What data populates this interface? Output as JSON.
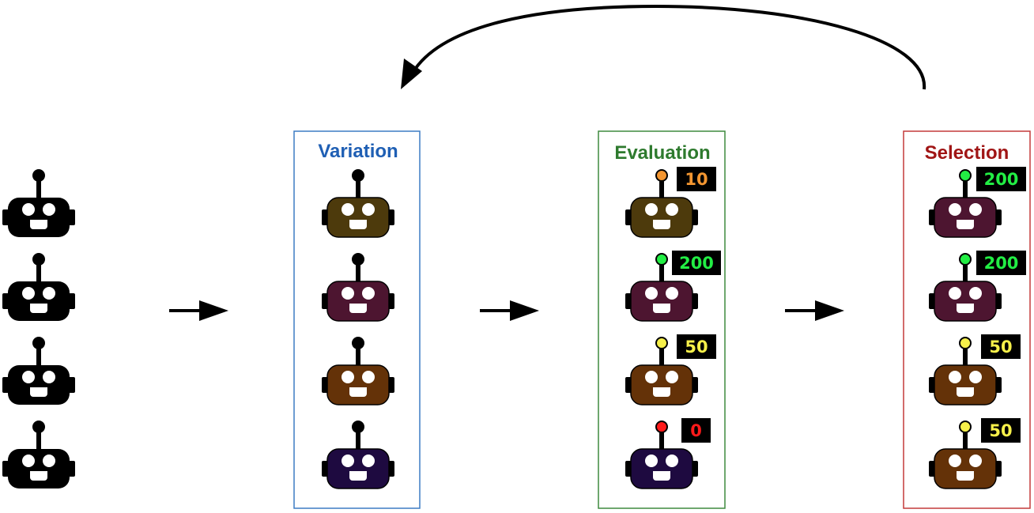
{
  "stages": [
    {
      "key": "variation",
      "title": "Variation",
      "color": "#1f5fb4"
    },
    {
      "key": "evaluation",
      "title": "Evaluation",
      "color": "#2e7a2e"
    },
    {
      "key": "selection",
      "title": "Selection",
      "color": "#a01515"
    }
  ],
  "population": {
    "robots": [
      {
        "face": "#000000"
      },
      {
        "face": "#000000"
      },
      {
        "face": "#000000"
      },
      {
        "face": "#000000"
      }
    ]
  },
  "variation": {
    "robots": [
      {
        "face": "#4d3a0c"
      },
      {
        "face": "#4d1530"
      },
      {
        "face": "#643208"
      },
      {
        "face": "#1e0a40"
      }
    ]
  },
  "evaluation": {
    "robots": [
      {
        "face": "#4d3a0c",
        "score": "10",
        "score_color": "#f39631"
      },
      {
        "face": "#4d1530",
        "score": "200",
        "score_color": "#22ee44"
      },
      {
        "face": "#643208",
        "score": "50",
        "score_color": "#f6f04a"
      },
      {
        "face": "#1e0a40",
        "score": "0",
        "score_color": "#ff1a1a"
      }
    ]
  },
  "selection": {
    "robots": [
      {
        "face": "#4d1530",
        "score": "200",
        "score_color": "#22ee44"
      },
      {
        "face": "#4d1530",
        "score": "200",
        "score_color": "#22ee44"
      },
      {
        "face": "#643208",
        "score": "50",
        "score_color": "#f6f04a"
      },
      {
        "face": "#643208",
        "score": "50",
        "score_color": "#f6f04a"
      }
    ]
  }
}
